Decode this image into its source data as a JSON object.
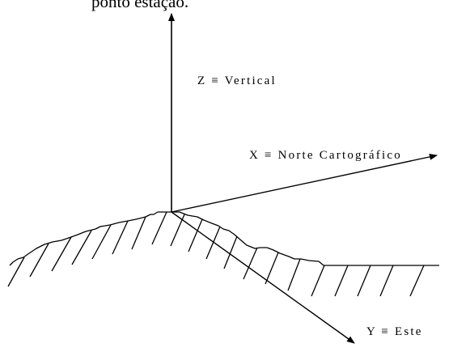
{
  "caption_fragment": "ponto estação.",
  "axes": {
    "z_label": "Z ≡ Vertical",
    "x_label": "X ≡ Norte Cartográfico",
    "y_label": "Y ≡ Este"
  }
}
